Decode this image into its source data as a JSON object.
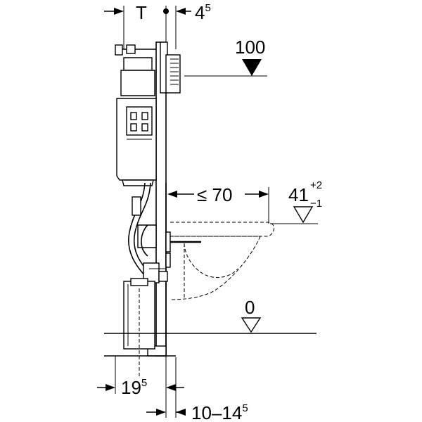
{
  "dimensions": {
    "frame_depth": {
      "label": "T"
    },
    "top_offset": {
      "main": "4",
      "sup": "5"
    },
    "actuator_height": {
      "label": "100"
    },
    "bowl_projection": {
      "label": "≤ 70"
    },
    "seat_height": {
      "main": "41",
      "sup": "+2",
      "sub": "−1"
    },
    "floor_level": {
      "label": "0"
    },
    "drain_offset": {
      "main": "19",
      "sup": "5"
    },
    "wall_gap": {
      "main": "10–14",
      "sup": "5"
    }
  },
  "colors": {
    "line": "#000000",
    "background": "#ffffff"
  }
}
